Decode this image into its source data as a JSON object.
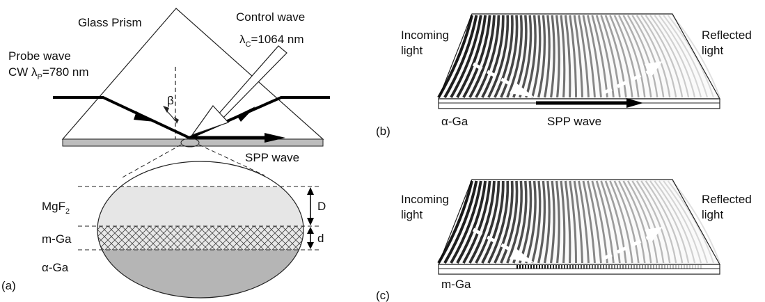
{
  "panel_a": {
    "label": "(a)",
    "prism_label": "Glass Prism",
    "control_wave": "Control wave",
    "control_lambda": "λ",
    "control_lambda_sub": "C",
    "control_lambda_value": "=1064 nm",
    "probe_wave": "Probe wave",
    "probe_cw": "CW λ",
    "probe_lambda_sub": "P",
    "probe_lambda_value": "=780 nm",
    "angle": "β",
    "spp_wave": "SPP wave",
    "layers": {
      "mgf2": "MgF",
      "mgf2_sub": "2",
      "mga": "m-Ga",
      "alpha_ga": "α-Ga",
      "thickness_D": "D",
      "thickness_d": "d"
    }
  },
  "panel_b": {
    "label": "(b)",
    "incoming_1": "Incoming",
    "incoming_2": "light",
    "reflected_1": "Reflected",
    "reflected_2": "light",
    "metal": "α-Ga",
    "spp_wave": "SPP wave"
  },
  "panel_c": {
    "label": "(c)",
    "incoming_1": "Incoming",
    "incoming_2": "light",
    "reflected_1": "Reflected",
    "reflected_2": "light",
    "metal": "m-Ga"
  }
}
